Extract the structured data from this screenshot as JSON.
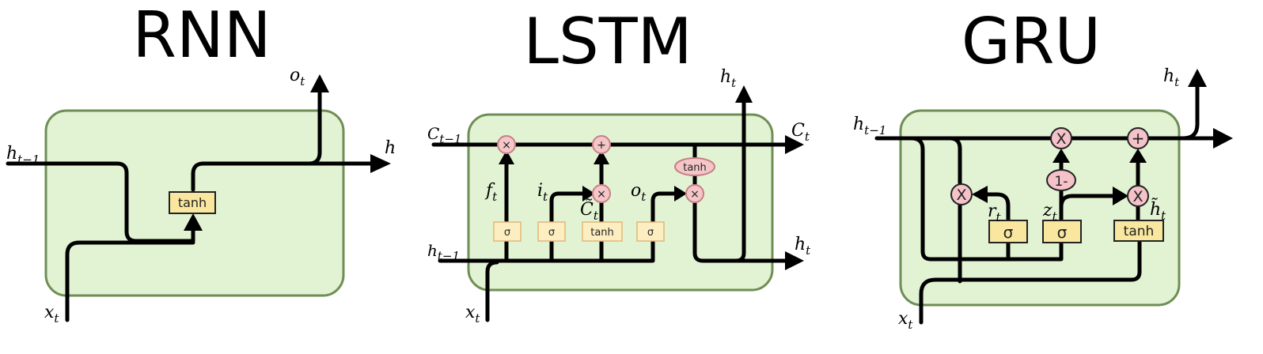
{
  "panels": {
    "rnn": {
      "title": "RNN",
      "labels": {
        "h_prev": "h",
        "h_prev_sub": "t−1",
        "h_out": "h",
        "o": "o",
        "o_sub": "t",
        "x": "x",
        "x_sub": "t"
      },
      "gate": "tanh"
    },
    "lstm": {
      "title": "LSTM",
      "labels": {
        "c_prev": "C",
        "c_prev_sub": "t−1",
        "c_out": "C",
        "c_out_sub": "t",
        "h_prev": "h",
        "h_prev_sub": "t−1",
        "h_top": "h",
        "h_top_sub": "t",
        "h_right": "h",
        "h_right_sub": "t",
        "x": "x",
        "x_sub": "t",
        "f": "f",
        "f_sub": "t",
        "i": "i",
        "i_sub": "t",
        "c_tilde": "C̃",
        "c_tilde_sub": "t",
        "o": "o",
        "o_sub": "t"
      },
      "gates": [
        "σ",
        "σ",
        "tanh",
        "σ"
      ],
      "tanh_ellipse": "tanh",
      "ops": {
        "mult": "×",
        "add": "+"
      }
    },
    "gru": {
      "title": "GRU",
      "labels": {
        "h_prev": "h",
        "h_prev_sub": "t−1",
        "h_out": "h",
        "h_out_sub": "t",
        "x": "x",
        "x_sub": "t",
        "r": "r",
        "r_sub": "t",
        "z": "z",
        "z_sub": "t",
        "h_tilde": "h̃",
        "h_tilde_sub": "t"
      },
      "gates": [
        "σ",
        "σ",
        "tanh"
      ],
      "ops": {
        "mult": "X",
        "add": "+",
        "one_minus": "1-"
      }
    }
  }
}
